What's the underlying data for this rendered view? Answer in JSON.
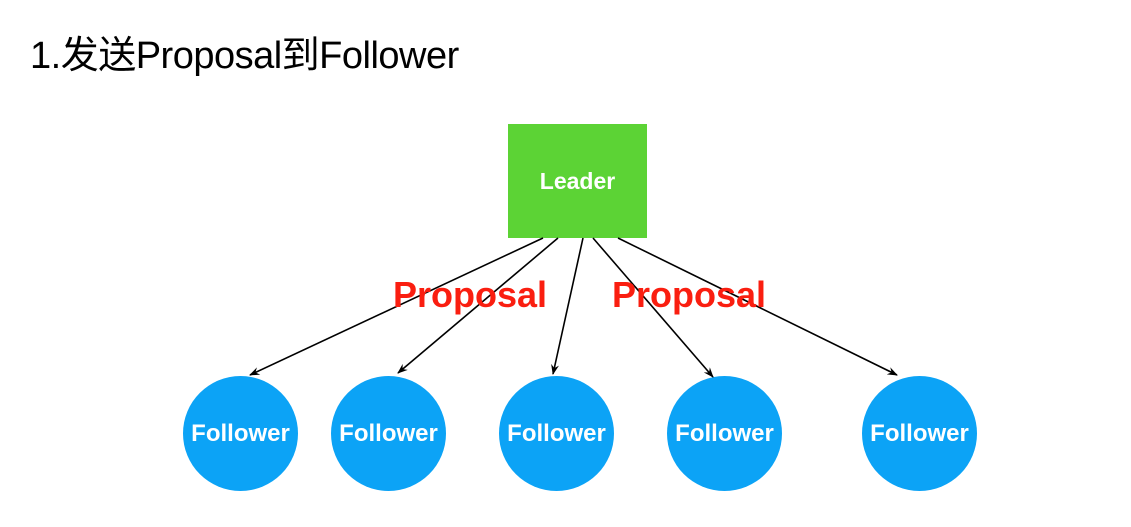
{
  "title": "1.发送Proposal到Follower",
  "diagram": {
    "leader": {
      "label": "Leader",
      "fill": "#5cd335",
      "text_color": "#ffffff"
    },
    "followers": [
      {
        "label": "Follower"
      },
      {
        "label": "Follower"
      },
      {
        "label": "Follower"
      },
      {
        "label": "Follower"
      },
      {
        "label": "Follower"
      }
    ],
    "follower_fill": "#0ca3f6",
    "follower_text_color": "#ffffff",
    "edge_labels": [
      {
        "text": "Proposal"
      },
      {
        "text": "Proposal"
      }
    ],
    "edge_label_color": "#fa1e10",
    "edges": [
      {
        "from": "leader",
        "to": "follower-1"
      },
      {
        "from": "leader",
        "to": "follower-2"
      },
      {
        "from": "leader",
        "to": "follower-3"
      },
      {
        "from": "leader",
        "to": "follower-4"
      },
      {
        "from": "leader",
        "to": "follower-5"
      }
    ],
    "arrow_color": "#000000"
  }
}
